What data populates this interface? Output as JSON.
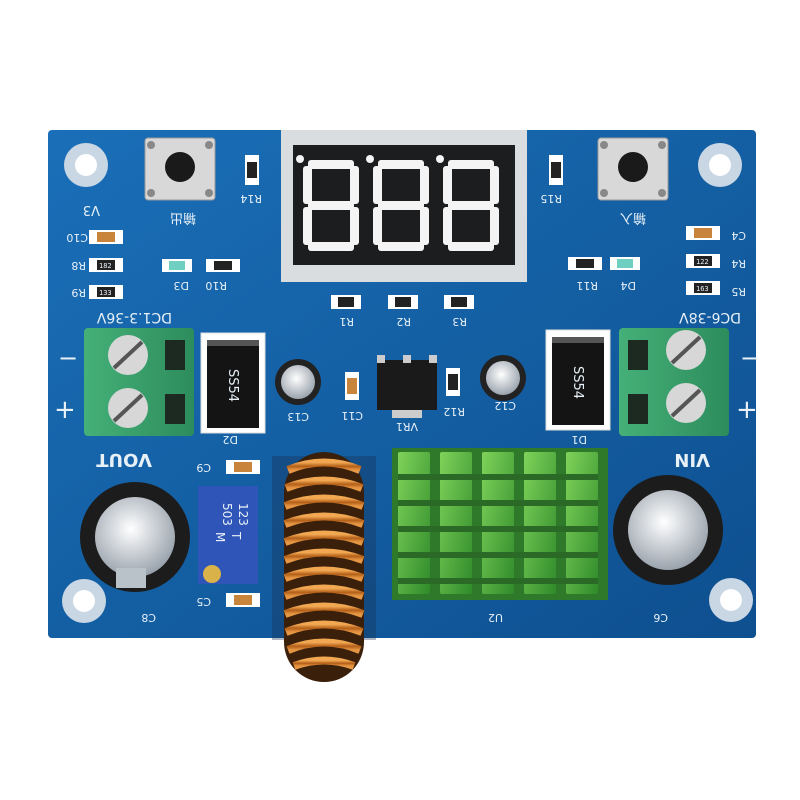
{
  "board": {
    "display_digits": [
      "8",
      "8",
      "8"
    ],
    "vin_label": "VIN",
    "vout_label": "VOUT",
    "input_range": "DC6-38V",
    "output_range": "DC1.3-36V",
    "plus_sign": "+",
    "minus_sign": "−",
    "v3_label": "V3",
    "button_left_glyph": "输出",
    "button_right_glyph": "输入",
    "diodes": {
      "d1_text": "SS54",
      "d1_label": "D1",
      "d2_text": "SS54",
      "d2_label": "D2"
    },
    "inductor_label": "U2",
    "trimmer_marking": [
      "123",
      "T",
      "503",
      "M"
    ],
    "labels": {
      "r1": "R1",
      "r2": "R2",
      "r3": "R3",
      "r4": "R4",
      "r5": "R5",
      "r8": "R8",
      "r9": "R9",
      "r10": "R10",
      "r11": "R11",
      "r12": "R12",
      "r14": "R14",
      "r15": "R15",
      "c4": "C4",
      "c5": "C5",
      "c6": "C6",
      "c8": "C8",
      "c9": "C9",
      "c10": "C10",
      "c11": "C11",
      "c12": "C12",
      "c13": "C13",
      "d3": "D3",
      "d4": "D4",
      "vr1": "VR1"
    },
    "smd_codes": {
      "r_182": "182",
      "r_133": "133",
      "r_122": "122",
      "r_163": "163"
    }
  }
}
